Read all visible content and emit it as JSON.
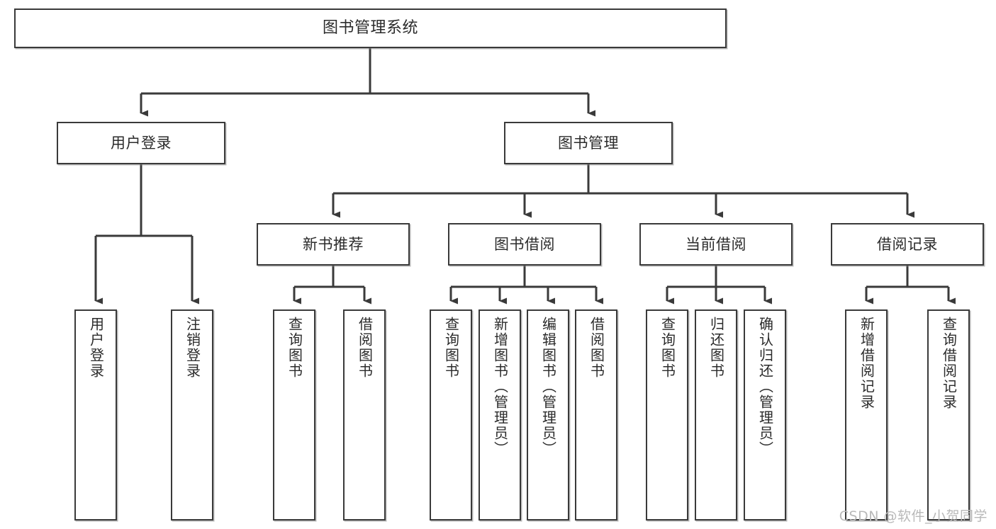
{
  "diagram": {
    "type": "tree",
    "title": "图书管理系统",
    "watermark": "CSDN @软件_小贺同学",
    "colors": {
      "box_border": "#3a3a3a",
      "box_fill": "#ffffff",
      "edge": "#3a3a3a",
      "text": "#2b2b2b",
      "watermark": "#b9b9b9",
      "background": "#ffffff"
    },
    "levels": [
      {
        "level": 1,
        "nodes": [
          {
            "id": "root",
            "label": "图书管理系统"
          }
        ]
      },
      {
        "level": 2,
        "nodes": [
          {
            "id": "user-login",
            "label": "用户登录",
            "parent": "root"
          },
          {
            "id": "book-manage",
            "label": "图书管理",
            "parent": "root"
          }
        ]
      },
      {
        "level": 3,
        "nodes": [
          {
            "id": "new-book-recommend",
            "label": "新书推荐",
            "parent": "book-manage"
          },
          {
            "id": "book-borrow",
            "label": "图书借阅",
            "parent": "book-manage"
          },
          {
            "id": "current-borrow",
            "label": "当前借阅",
            "parent": "book-manage"
          },
          {
            "id": "borrow-record",
            "label": "借阅记录",
            "parent": "book-manage"
          }
        ]
      },
      {
        "level": 4,
        "nodes": [
          {
            "id": "leaf-user-login",
            "label": "用户登录",
            "parent": "user-login"
          },
          {
            "id": "leaf-user-logout",
            "label": "注销登录",
            "parent": "user-login"
          },
          {
            "id": "leaf-query-book-1",
            "label": "查询图书",
            "parent": "new-book-recommend"
          },
          {
            "id": "leaf-borrow-book-1",
            "label": "借阅图书",
            "parent": "new-book-recommend"
          },
          {
            "id": "leaf-query-book-2",
            "label": "查询图书",
            "parent": "book-borrow"
          },
          {
            "id": "leaf-add-book",
            "label": "新增图书（管理员）",
            "parent": "book-borrow"
          },
          {
            "id": "leaf-edit-book",
            "label": "编辑图书（管理员）",
            "parent": "book-borrow"
          },
          {
            "id": "leaf-borrow-book-2",
            "label": "借阅图书",
            "parent": "book-borrow"
          },
          {
            "id": "leaf-query-book-3",
            "label": "查询图书",
            "parent": "current-borrow"
          },
          {
            "id": "leaf-return-book",
            "label": "归还图书",
            "parent": "current-borrow"
          },
          {
            "id": "leaf-confirm-return",
            "label": "确认归还（管理员）",
            "parent": "current-borrow"
          },
          {
            "id": "leaf-add-record",
            "label": "新增借阅记录",
            "parent": "borrow-record"
          },
          {
            "id": "leaf-query-record",
            "label": "查询借阅记录",
            "parent": "borrow-record"
          }
        ]
      }
    ]
  }
}
